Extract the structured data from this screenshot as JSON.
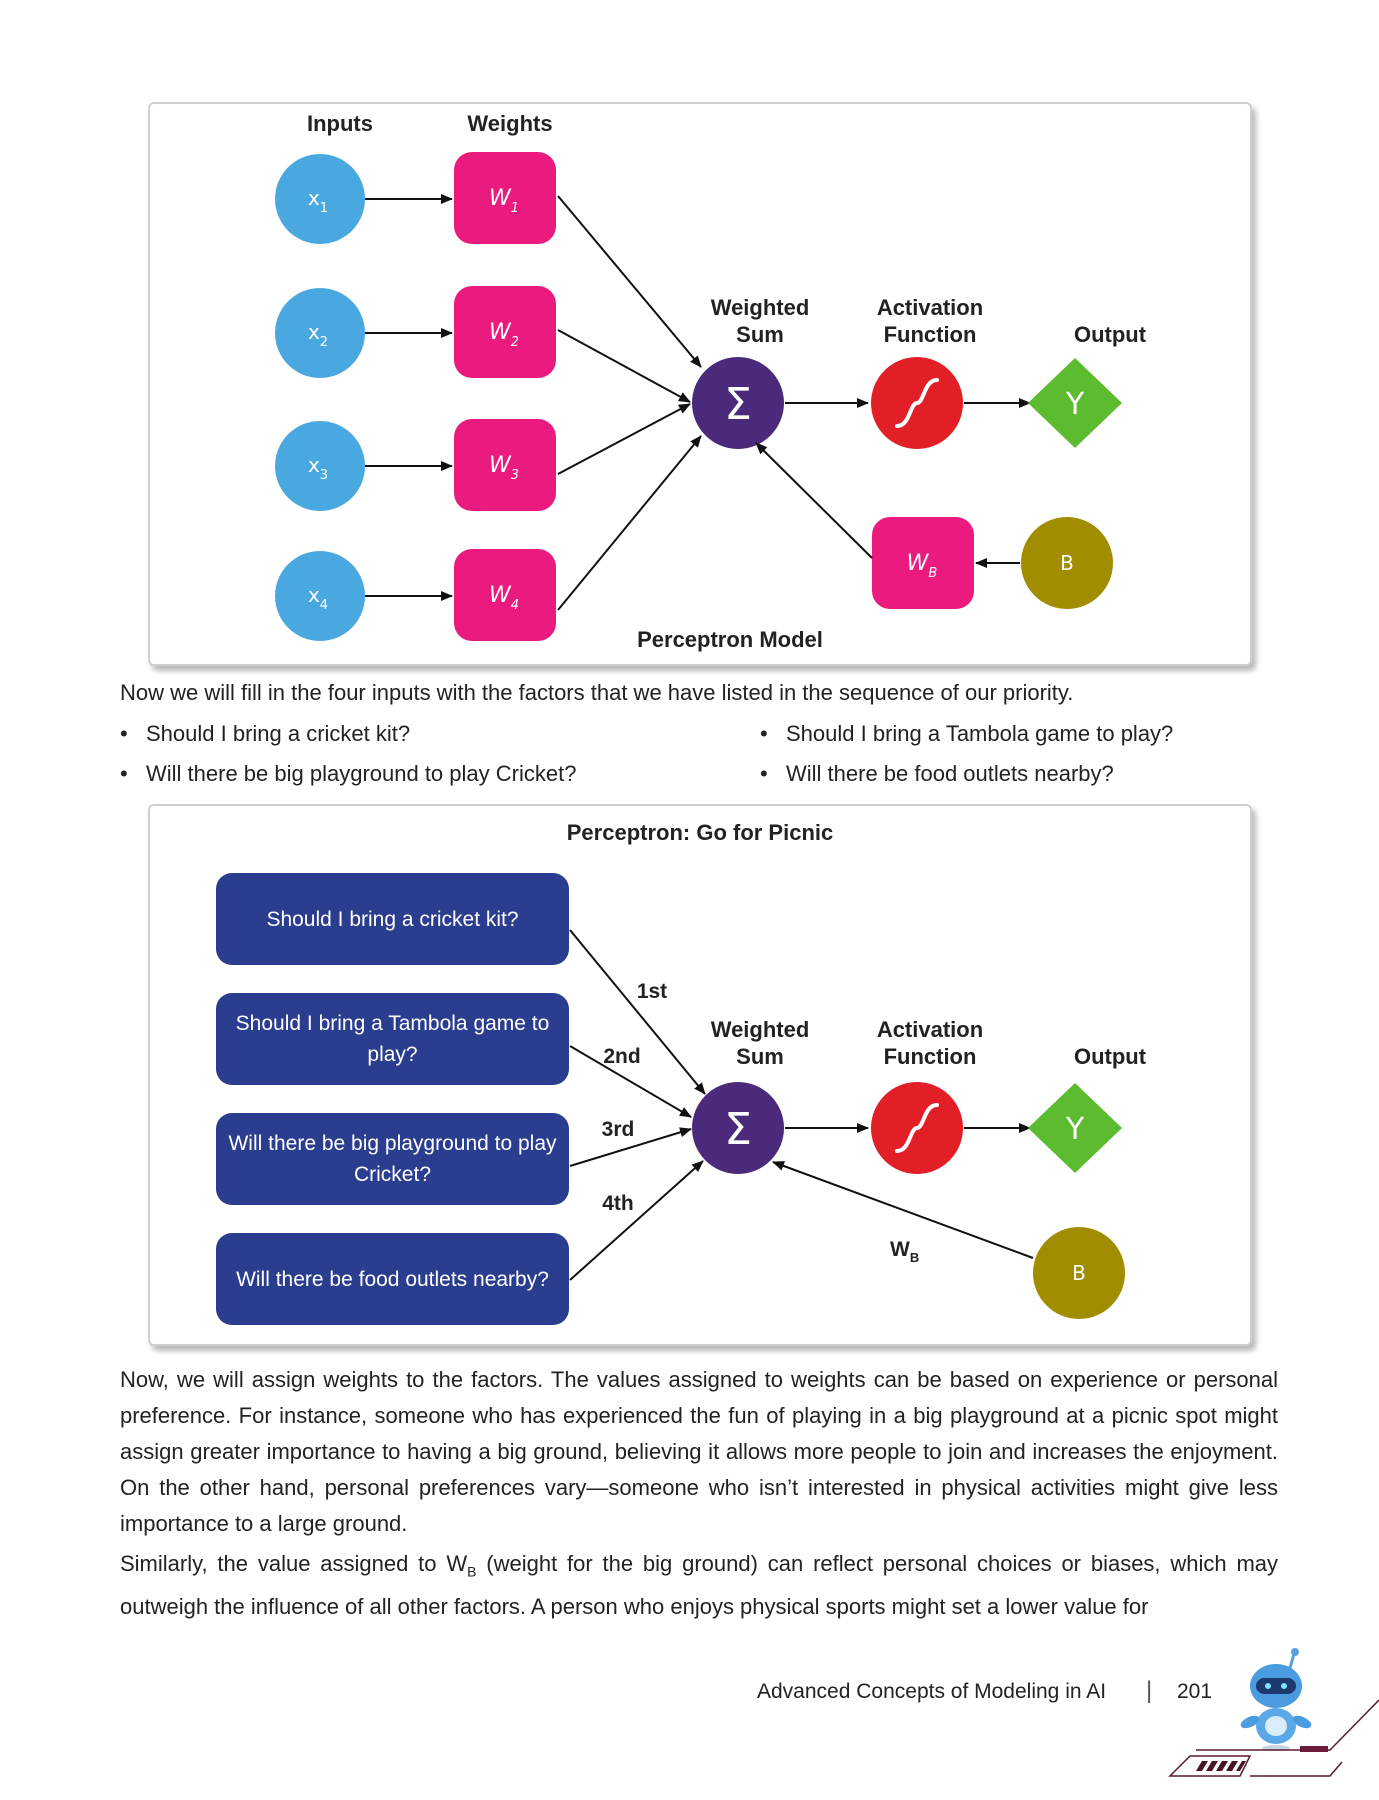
{
  "diagram1": {
    "inputs_header": "Inputs",
    "weights_header": "Weights",
    "inputs": [
      {
        "base": "x",
        "sub": "1"
      },
      {
        "base": "x",
        "sub": "2"
      },
      {
        "base": "x",
        "sub": "3"
      },
      {
        "base": "x",
        "sub": "4"
      }
    ],
    "weights": [
      {
        "base": "W",
        "sub": "1"
      },
      {
        "base": "W",
        "sub": "2"
      },
      {
        "base": "W",
        "sub": "3"
      },
      {
        "base": "W",
        "sub": "4"
      }
    ],
    "weighted_sum_line1": "Weighted",
    "weighted_sum_line2": "Sum",
    "activation_line1": "Activation",
    "activation_line2": "Function",
    "output_header": "Output",
    "sum_symbol": "Σ",
    "output_symbol": "Y",
    "bias_weight": {
      "base": "W",
      "sub": "B"
    },
    "bias": "B",
    "caption": "Perceptron Model"
  },
  "intro_text": "Now we will fill in the four inputs with the factors that we have listed in the sequence of our priority.",
  "bullets_left": [
    "Should I bring a cricket kit?",
    "Will there be big playground to play Cricket?"
  ],
  "bullets_right": [
    "Should I bring a Tambola game to play?",
    "Will there be food outlets nearby?"
  ],
  "bullet_symbol": "•",
  "diagram2": {
    "title": "Perceptron: Go for Picnic",
    "questions": [
      "Should I bring a cricket kit?",
      "Should I bring a Tambola game to play?",
      "Will there be big playground to play Cricket?",
      "Will there be food outlets nearby?"
    ],
    "ranks": [
      "1st",
      "2nd",
      "3rd",
      "4th"
    ],
    "weighted_sum_line1": "Weighted",
    "weighted_sum_line2": "Sum",
    "activation_line1": "Activation",
    "activation_line2": "Function",
    "output_header": "Output",
    "sum_symbol": "Σ",
    "output_symbol": "Y",
    "bias_weight": {
      "base": "W",
      "sub": "B"
    },
    "bias": "B"
  },
  "paragraph1": "Now, we will assign weights to the factors. The values assigned to weights can be based on experience or personal preference. For instance, someone who has experienced the fun of playing in a big playground at a picnic spot might assign greater importance to having a big ground, believing it allows more people to join and increases the enjoyment. On the other hand, personal preferences vary—someone who isn’t interested in physical activities might give less importance to a large ground.",
  "paragraph2": {
    "before": "Similarly, the value assigned to W",
    "sub": "B",
    "after": " (weight for the big ground) can reflect personal choices or biases, which may outweigh the influence of all other factors. A person who enjoys physical sports might set a lower value for"
  },
  "footer": {
    "chapter": "Advanced Concepts of Modeling in AI",
    "separator": "|",
    "page_number": "201"
  },
  "colors": {
    "input_blue": "#4aa8e0",
    "weight_pink": "#ea1a7f",
    "sum_purple": "#4b2a7b",
    "activation_red": "#e21f26",
    "output_green": "#5dbb2f",
    "bias_olive": "#a28c00",
    "question_navy": "#2a3d8f"
  }
}
